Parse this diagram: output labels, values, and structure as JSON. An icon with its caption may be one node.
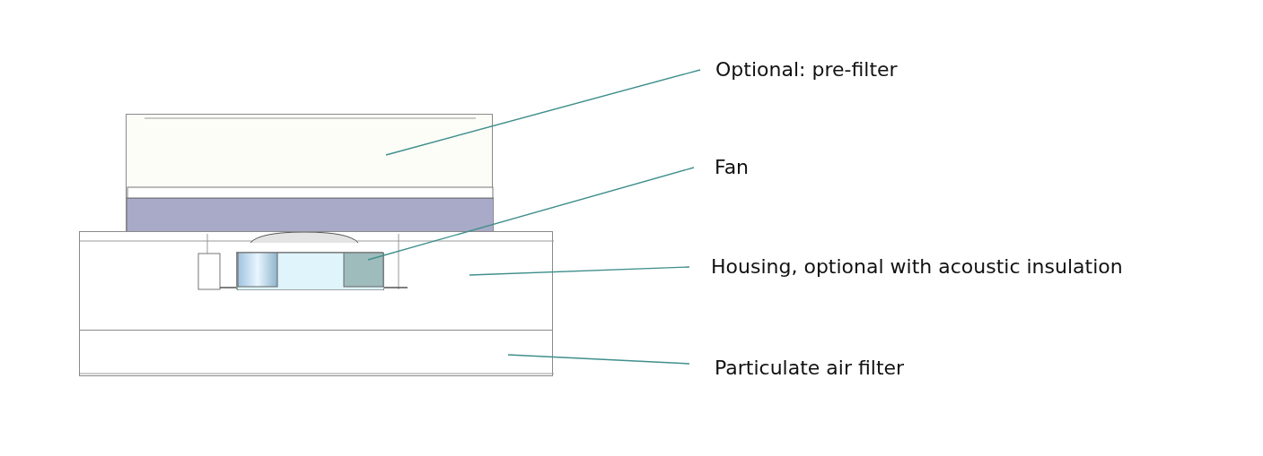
{
  "diagram": {
    "nodes": [
      {
        "text": [],
        "shape": "box"
      },
      {
        "text": [],
        "shape": "box"
      },
      {
        "text": [],
        "shape": "picture",
        "in": 1
      },
      {
        "text": [],
        "shape": "box"
      },
      {
        "text": [
          "Optional: pre-filter"
        ]
      },
      {
        "text": [
          "Fan"
        ]
      },
      {
        "text": [
          "Housing, optional with acoustic insulation"
        ]
      },
      {
        "text": [
          "Particulate air filter"
        ]
      }
    ],
    "edges": [
      {
        "from": 4,
        "to": 0,
        "arrow": "none"
      },
      {
        "from": 5,
        "to": 2,
        "arrow": "none"
      },
      {
        "from": 6,
        "to": 1,
        "arrow": "none"
      },
      {
        "from": 7,
        "to": 3,
        "arrow": "none"
      }
    ]
  }
}
